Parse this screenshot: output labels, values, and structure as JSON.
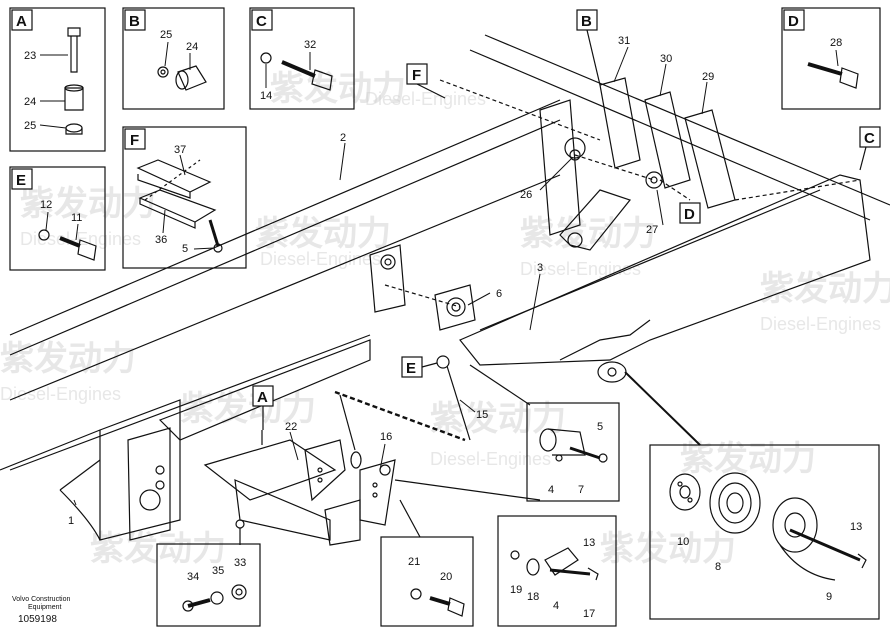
{
  "letters": {
    "A": "A",
    "B": "B",
    "C": "C",
    "D": "D",
    "E": "E",
    "F": "F"
  },
  "numbers": {
    "n1": "1",
    "n2": "2",
    "n3": "3",
    "n4": "4",
    "n4b": "4",
    "n5": "5",
    "n6": "6",
    "n7": "7",
    "n8": "8",
    "n9": "9",
    "n10": "10",
    "n11": "11",
    "n12": "12",
    "n13": "13",
    "n13b": "13",
    "n14": "14",
    "n15": "15",
    "n16": "16",
    "n17": "17",
    "n18": "18",
    "n19": "19",
    "n20": "20",
    "n21": "21",
    "n22": "22",
    "n23": "23",
    "n24": "24",
    "n24b": "24",
    "n25": "25",
    "n25b": "25",
    "n26": "26",
    "n27": "27",
    "n28": "28",
    "n29": "29",
    "n30": "30",
    "n31": "31",
    "n32": "32",
    "n33": "33",
    "n34": "34",
    "n35": "35",
    "n36": "36",
    "n37": "37"
  },
  "footer": {
    "brand_line1": "Volvo Construction",
    "brand_line2": "Equipment",
    "doc_number": "1059198"
  },
  "watermark": {
    "cn": "紫发动力",
    "en": "Diesel-Engines"
  },
  "colors": {
    "line": "#111111",
    "watermark": "#d4d4d4"
  }
}
